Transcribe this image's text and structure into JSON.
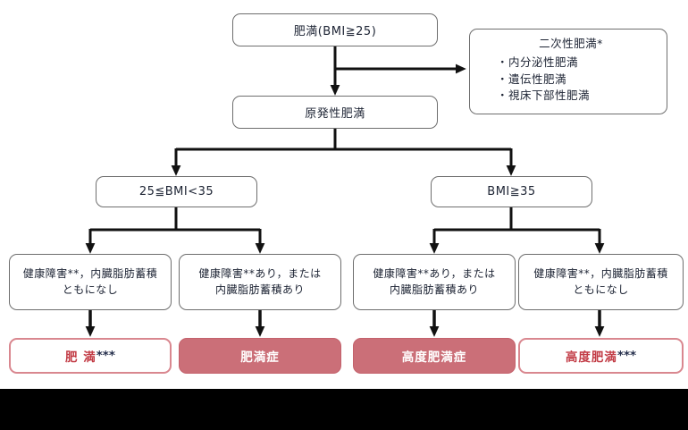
{
  "flowchart": {
    "top_box": {
      "label": "肥満(BMI≧25)"
    },
    "secondary_box": {
      "title": "二次性肥満*",
      "items": [
        "・内分泌性肥満",
        "・遺伝性肥満",
        "・視床下部性肥満"
      ]
    },
    "primary_box": {
      "label": "原発性肥満"
    },
    "bmi_left_box": {
      "label": "25≦BMI<35"
    },
    "bmi_right_box": {
      "label": "BMI≧35"
    },
    "conditions": [
      {
        "line1": "健康障害**，内臓脂肪蓄積",
        "line2": "ともになし"
      },
      {
        "line1": "健康障害**あり，または",
        "line2": "内臓脂肪蓄積あり"
      },
      {
        "line1": "健康障害**あり，または",
        "line2": "内臓脂肪蓄積あり"
      },
      {
        "line1": "健康障害**，内臓脂肪蓄積",
        "line2": "ともになし"
      }
    ],
    "results": [
      {
        "label": "肥 満",
        "suffix": "***",
        "variant": "outlined"
      },
      {
        "label": "肥満症",
        "suffix": "",
        "variant": "filled"
      },
      {
        "label": "高度肥満症",
        "suffix": "",
        "variant": "filled"
      },
      {
        "label": "高度肥満",
        "suffix": "***",
        "variant": "outlined"
      }
    ],
    "colors": {
      "result_fill_pink": "#cb6f78",
      "result_border_pink": "#d9878f",
      "result_text_red": "#c23b45",
      "suffix_dark": "#26304d",
      "box_border_gray": "#6e6e6e",
      "connector_black": "#111111",
      "bottom_bar_black": "#000000"
    }
  }
}
